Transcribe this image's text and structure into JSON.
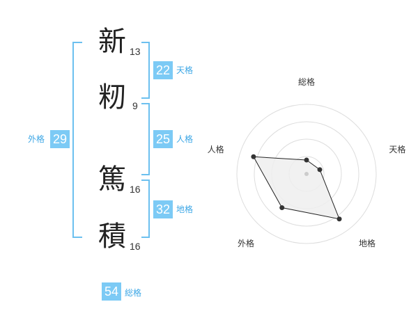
{
  "name": {
    "chars": [
      {
        "char": "新",
        "strokes": "13"
      },
      {
        "char": "籾",
        "strokes": "9"
      },
      {
        "char": "篤",
        "strokes": "16"
      },
      {
        "char": "積",
        "strokes": "16"
      }
    ]
  },
  "fortunes": {
    "tenkaku": {
      "value": "22",
      "label": "天格"
    },
    "jinkaku": {
      "value": "25",
      "label": "人格"
    },
    "chikaku": {
      "value": "32",
      "label": "地格"
    },
    "gaikaku": {
      "value": "29",
      "label": "外格"
    },
    "soukaku": {
      "value": "54",
      "label": "総格"
    }
  },
  "chart_data": {
    "type": "radar",
    "axes": [
      "総格",
      "天格",
      "地格",
      "外格",
      "人格"
    ],
    "values": [
      1,
      1,
      4,
      3,
      4
    ],
    "max": 5,
    "rings": 4,
    "colors": {
      "ring": "#dddddd",
      "fill": "#eeeeee",
      "line": "#222222"
    }
  }
}
